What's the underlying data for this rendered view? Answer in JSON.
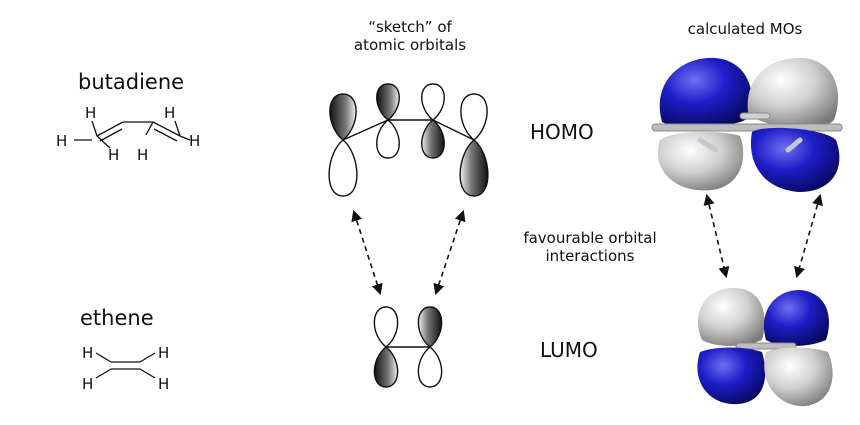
{
  "headers": {
    "sketch_line1": "“sketch” of",
    "sketch_line2": "atomic orbitals",
    "calculated": "calculated MOs"
  },
  "molecules": {
    "butadiene": "butadiene",
    "ethene": "ethene"
  },
  "levels": {
    "homo": "HOMO",
    "lumo": "LUMO"
  },
  "interaction_note": {
    "line1": "favourable orbital",
    "line2": "interactions"
  },
  "atom_symbol": "H",
  "colors": {
    "mo_blue": "#1414b4",
    "mo_grey": "#c8c8c8",
    "line": "#111111",
    "background": "#ffffff"
  }
}
